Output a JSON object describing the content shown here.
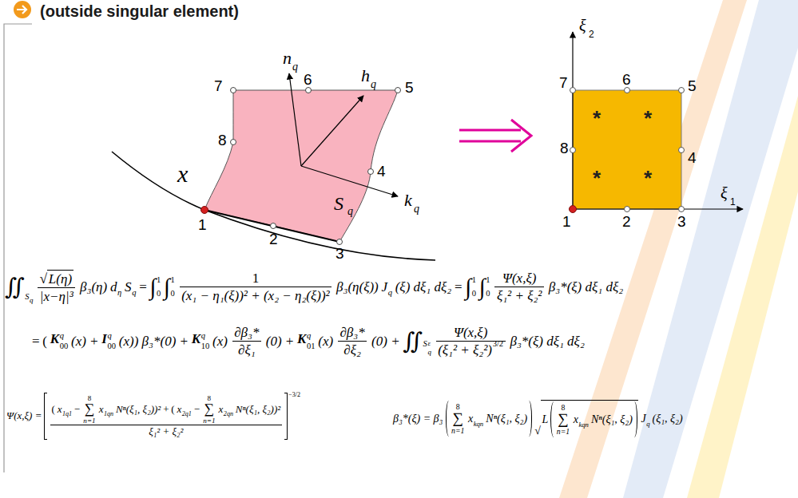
{
  "diagram": {
    "title": "(outside singular element)",
    "labels": [
      "n",
      "q",
      "h",
      "q",
      "x",
      "7",
      "6",
      "5",
      "8",
      "4",
      "S",
      "q",
      "k",
      "q",
      "1",
      "2",
      "3",
      "ξ",
      "2",
      "7",
      "6",
      "5",
      "*",
      "*",
      "8",
      "4",
      "*",
      "*",
      "ξ",
      "1",
      "1",
      "2",
      "3",
      "∬",
      "S",
      "q",
      "√",
      "L(η)",
      "|x−η|³",
      "β₃(η)",
      "d",
      "η",
      "S",
      "q",
      "=",
      "∫",
      "0",
      "1",
      "∫",
      "0",
      "1",
      "1",
      "(x₁ − η₁(ξ))² + (x₂ − η₂(ξ))²",
      "β₃(η(ξ))",
      "J",
      "q",
      "(ξ) dξ₁ dξ₂",
      "=",
      "∫",
      "0",
      "1",
      "∫",
      "0",
      "1",
      "Ψ(x,ξ)",
      "ξ₁² + ξ₂²",
      "β₃*(ξ) dξ₁ dξ₂",
      "=",
      "(",
      "K",
      "00",
      "q",
      "(x) +",
      "I",
      "00",
      "q",
      "(x)) β₃*(0) +",
      "K",
      "10",
      "q",
      "(x)",
      "∂β₃*",
      "∂ξ₁",
      "(0) +",
      "K",
      "01",
      "q",
      "(x)",
      "∂β₃*",
      "∂ξ₂",
      "(0) +",
      "∬",
      "S",
      "q",
      "ε",
      "Ψ(x,ξ)",
      "(ξ₁² + ξ₂²)",
      "3/2",
      "β₃*(ξ) dξ₁ dξ₂",
      "Ψ(x,ξ) =",
      "(",
      "x",
      "1q1",
      "−",
      "8",
      "∑",
      "n=1",
      "x",
      "1qn",
      "Nⁿ(ξ₁, ξ₂))²",
      "+",
      "(",
      "x",
      "2q1",
      "−",
      "8",
      "∑",
      "n=1",
      "x",
      "2qn",
      "Nⁿ(ξ₁, ξ₂))²",
      "ξ₁² + ξ₂²",
      "−3/2",
      "β₃*(ξ) = β₃",
      "8",
      "∑",
      "n=1",
      "x",
      "kqn",
      "Nⁿ(ξ₁, ξ₂)",
      "√",
      "L",
      "8",
      "∑",
      "n=1",
      "x",
      "kqn",
      "Nⁿ(ξ₁, ξ₂)",
      "J",
      "q",
      "(ξ₁, ξ₂)"
    ]
  }
}
